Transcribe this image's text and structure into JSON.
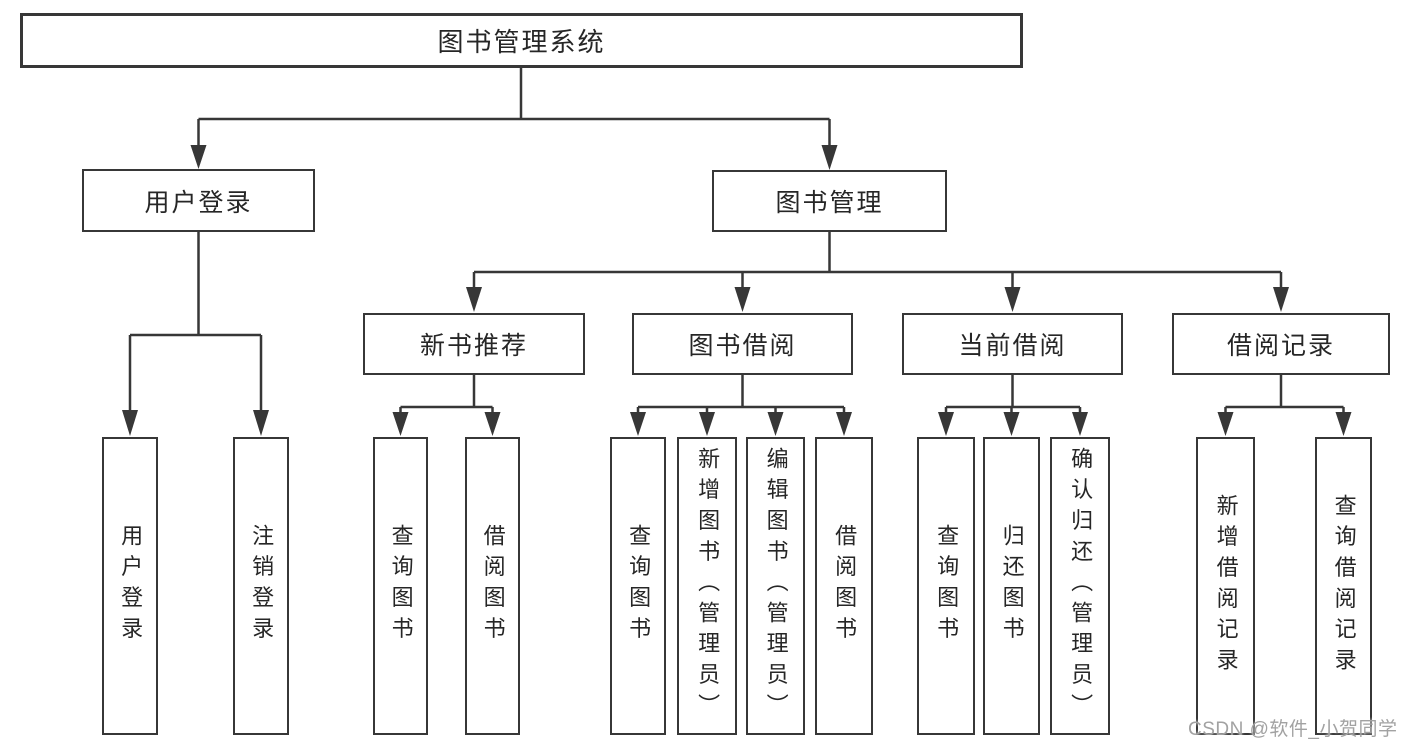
{
  "watermark": "CSDN @软件_小贺同学",
  "tree": {
    "root": "图书管理系统",
    "branches": [
      {
        "label": "用户登录",
        "children": [
          "用户登录",
          "注销登录"
        ]
      },
      {
        "label": "图书管理",
        "sections": [
          {
            "label": "新书推荐",
            "children": [
              "查询图书",
              "借阅图书"
            ]
          },
          {
            "label": "图书借阅",
            "children": [
              "查询图书",
              "新增图书（管理员）",
              "编辑图书（管理员）",
              "借阅图书"
            ]
          },
          {
            "label": "当前借阅",
            "children": [
              "查询图书",
              "归还图书",
              "确认归还（管理员）"
            ]
          },
          {
            "label": "借阅记录",
            "children": [
              "新增借阅记录",
              "查询借阅记录"
            ]
          }
        ]
      }
    ]
  }
}
